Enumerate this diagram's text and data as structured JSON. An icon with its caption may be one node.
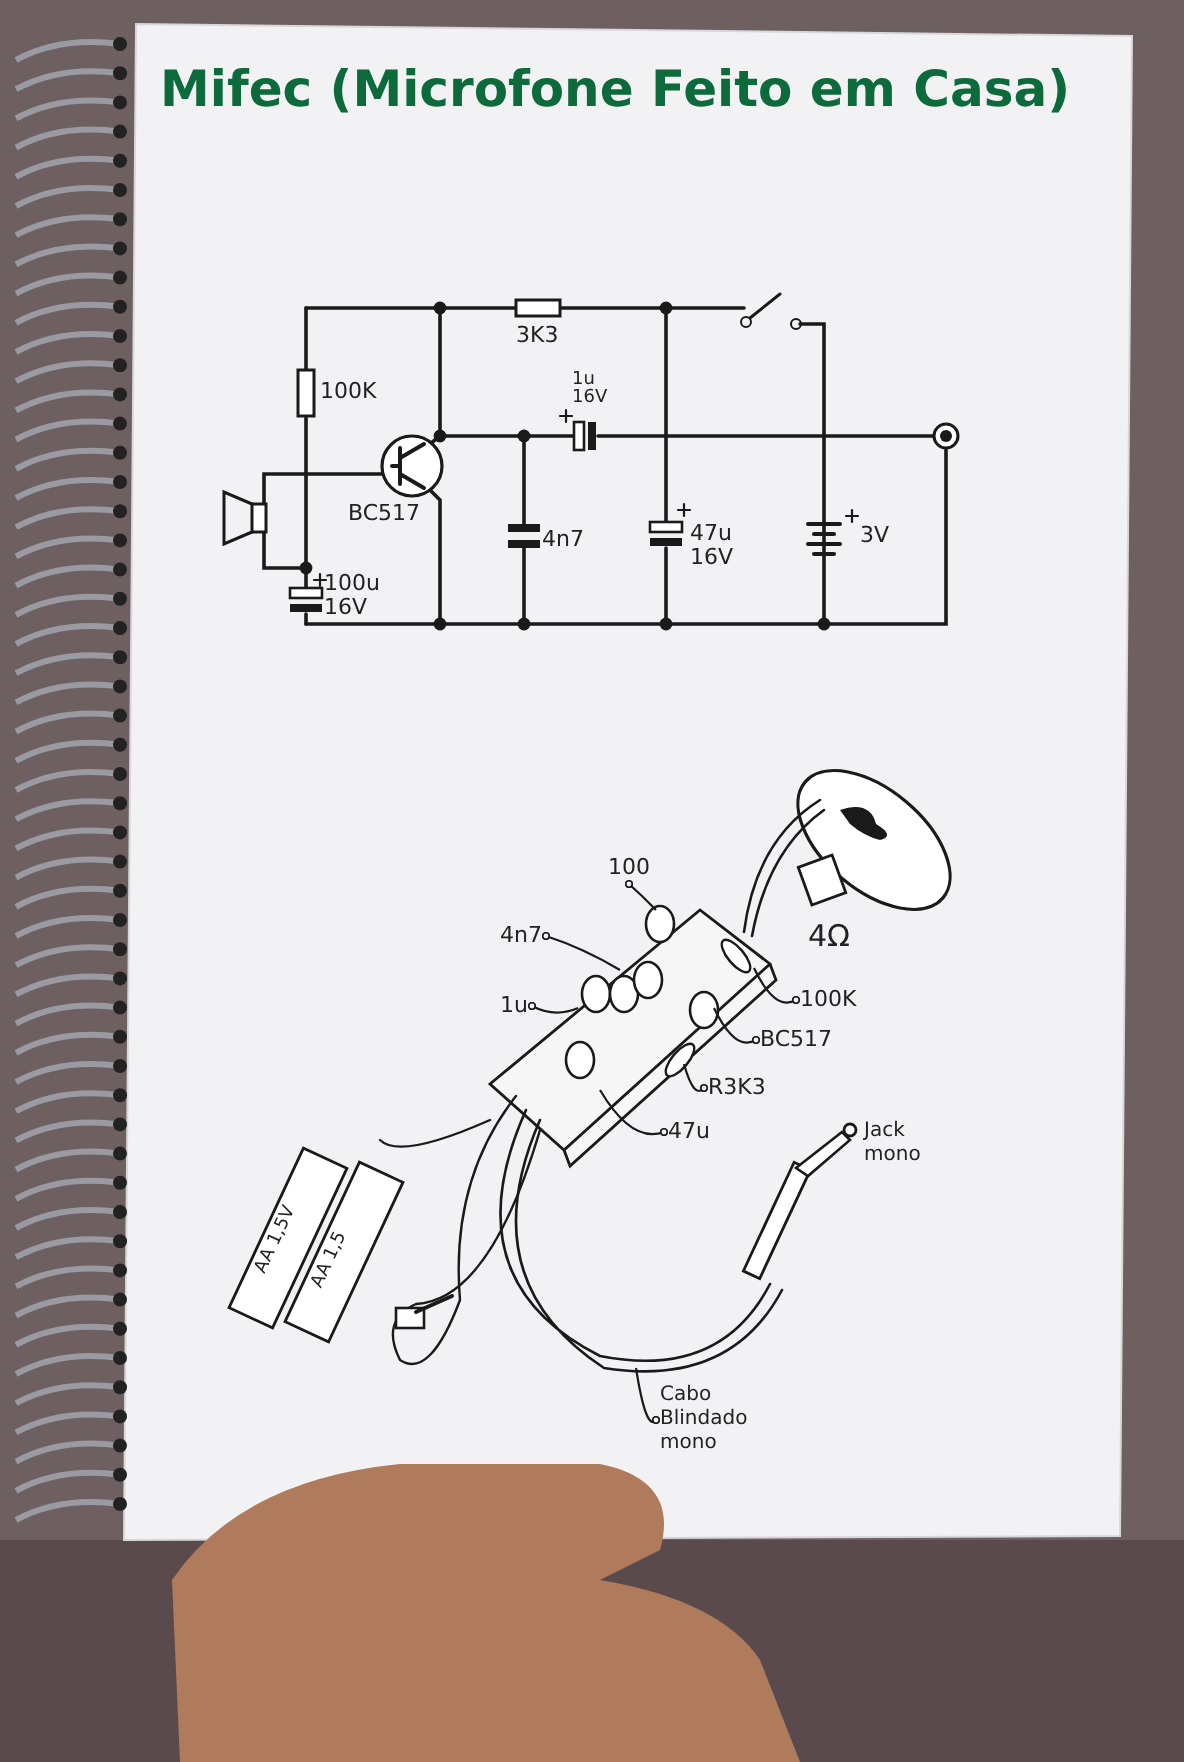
{
  "diagram": {
    "title": "Mifec (Microfone Feito em Casa)",
    "nodes": [
      {
        "text": [
          "100"
        ]
      },
      {
        "text": [
          "4n7"
        ]
      },
      {
        "text": [
          "1u"
        ]
      },
      {
        "text": [
          "100K"
        ]
      },
      {
        "text": [
          "BC517"
        ]
      },
      {
        "text": [
          "R3K3"
        ]
      },
      {
        "text": [
          "47u"
        ]
      },
      {
        "text": [
          "Cabo Blindado mono"
        ]
      }
    ],
    "edges": [
      {
        "from": 0,
        "to": null,
        "arrow": "other"
      },
      {
        "from": 1,
        "to": null,
        "arrow": "other"
      },
      {
        "from": 2,
        "to": null,
        "arrow": "other"
      },
      {
        "from": 3,
        "to": null,
        "arrow": "other"
      },
      {
        "from": 4,
        "to": null,
        "arrow": "other"
      },
      {
        "from": 5,
        "to": null,
        "arrow": "other"
      },
      {
        "from": 6,
        "to": null,
        "arrow": "other"
      },
      {
        "from": 7,
        "to": null,
        "arrow": "other"
      }
    ],
    "labels": [
      "3K3",
      "100K",
      "1u 16V",
      "BC517",
      "4n7",
      "47u 16V",
      "3V",
      "100u 16V",
      "4Ω",
      "Jack mono",
      "AA 1,5V",
      "AA 1,5"
    ]
  }
}
